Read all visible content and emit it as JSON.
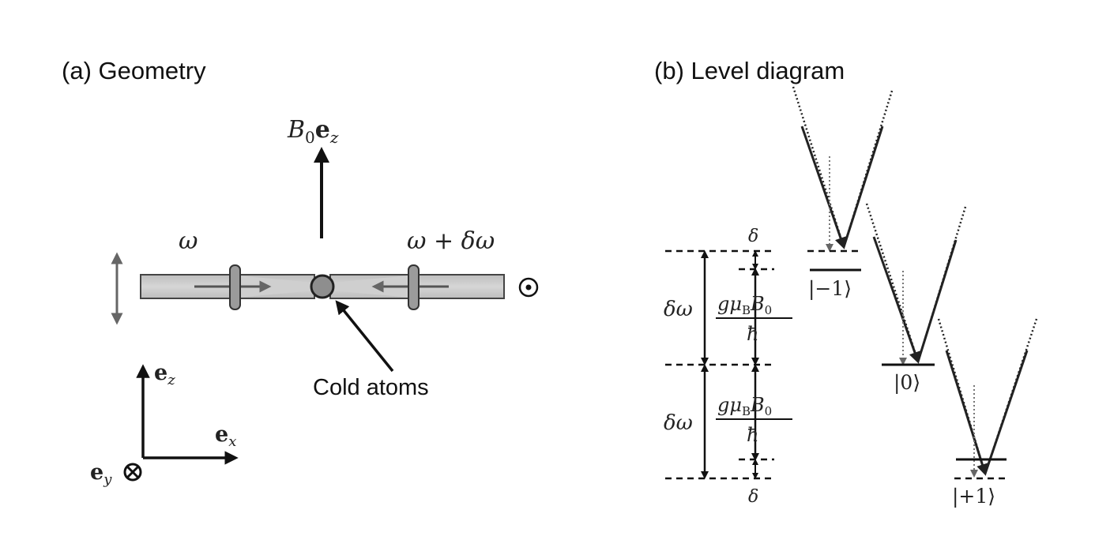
{
  "panel_a": {
    "title": "(a) Geometry",
    "field": {
      "symbol": "B",
      "sub": "0",
      "vec": "e",
      "vec_sub": "z"
    },
    "beam_left_freq": "ω",
    "beam_right_freq": "ω + δω",
    "atoms_label": "Cold atoms",
    "axes": {
      "z": {
        "vec": "e",
        "sub": "z"
      },
      "x": {
        "vec": "e",
        "sub": "x"
      },
      "y": {
        "vec": "e",
        "sub": "y"
      }
    }
  },
  "panel_b": {
    "title": "(b) Level diagram",
    "delta_top": "δ",
    "delta_bottom": "δ",
    "delta_omega_upper": "δω",
    "delta_omega_lower": "δω",
    "zeeman": {
      "g": "g",
      "mu": "μ",
      "mu_sub": "B",
      "B": "B",
      "B_sub": "0",
      "denominator": "ħ"
    },
    "levels": [
      "|−1⟩",
      "|0⟩",
      "|+1⟩"
    ]
  }
}
